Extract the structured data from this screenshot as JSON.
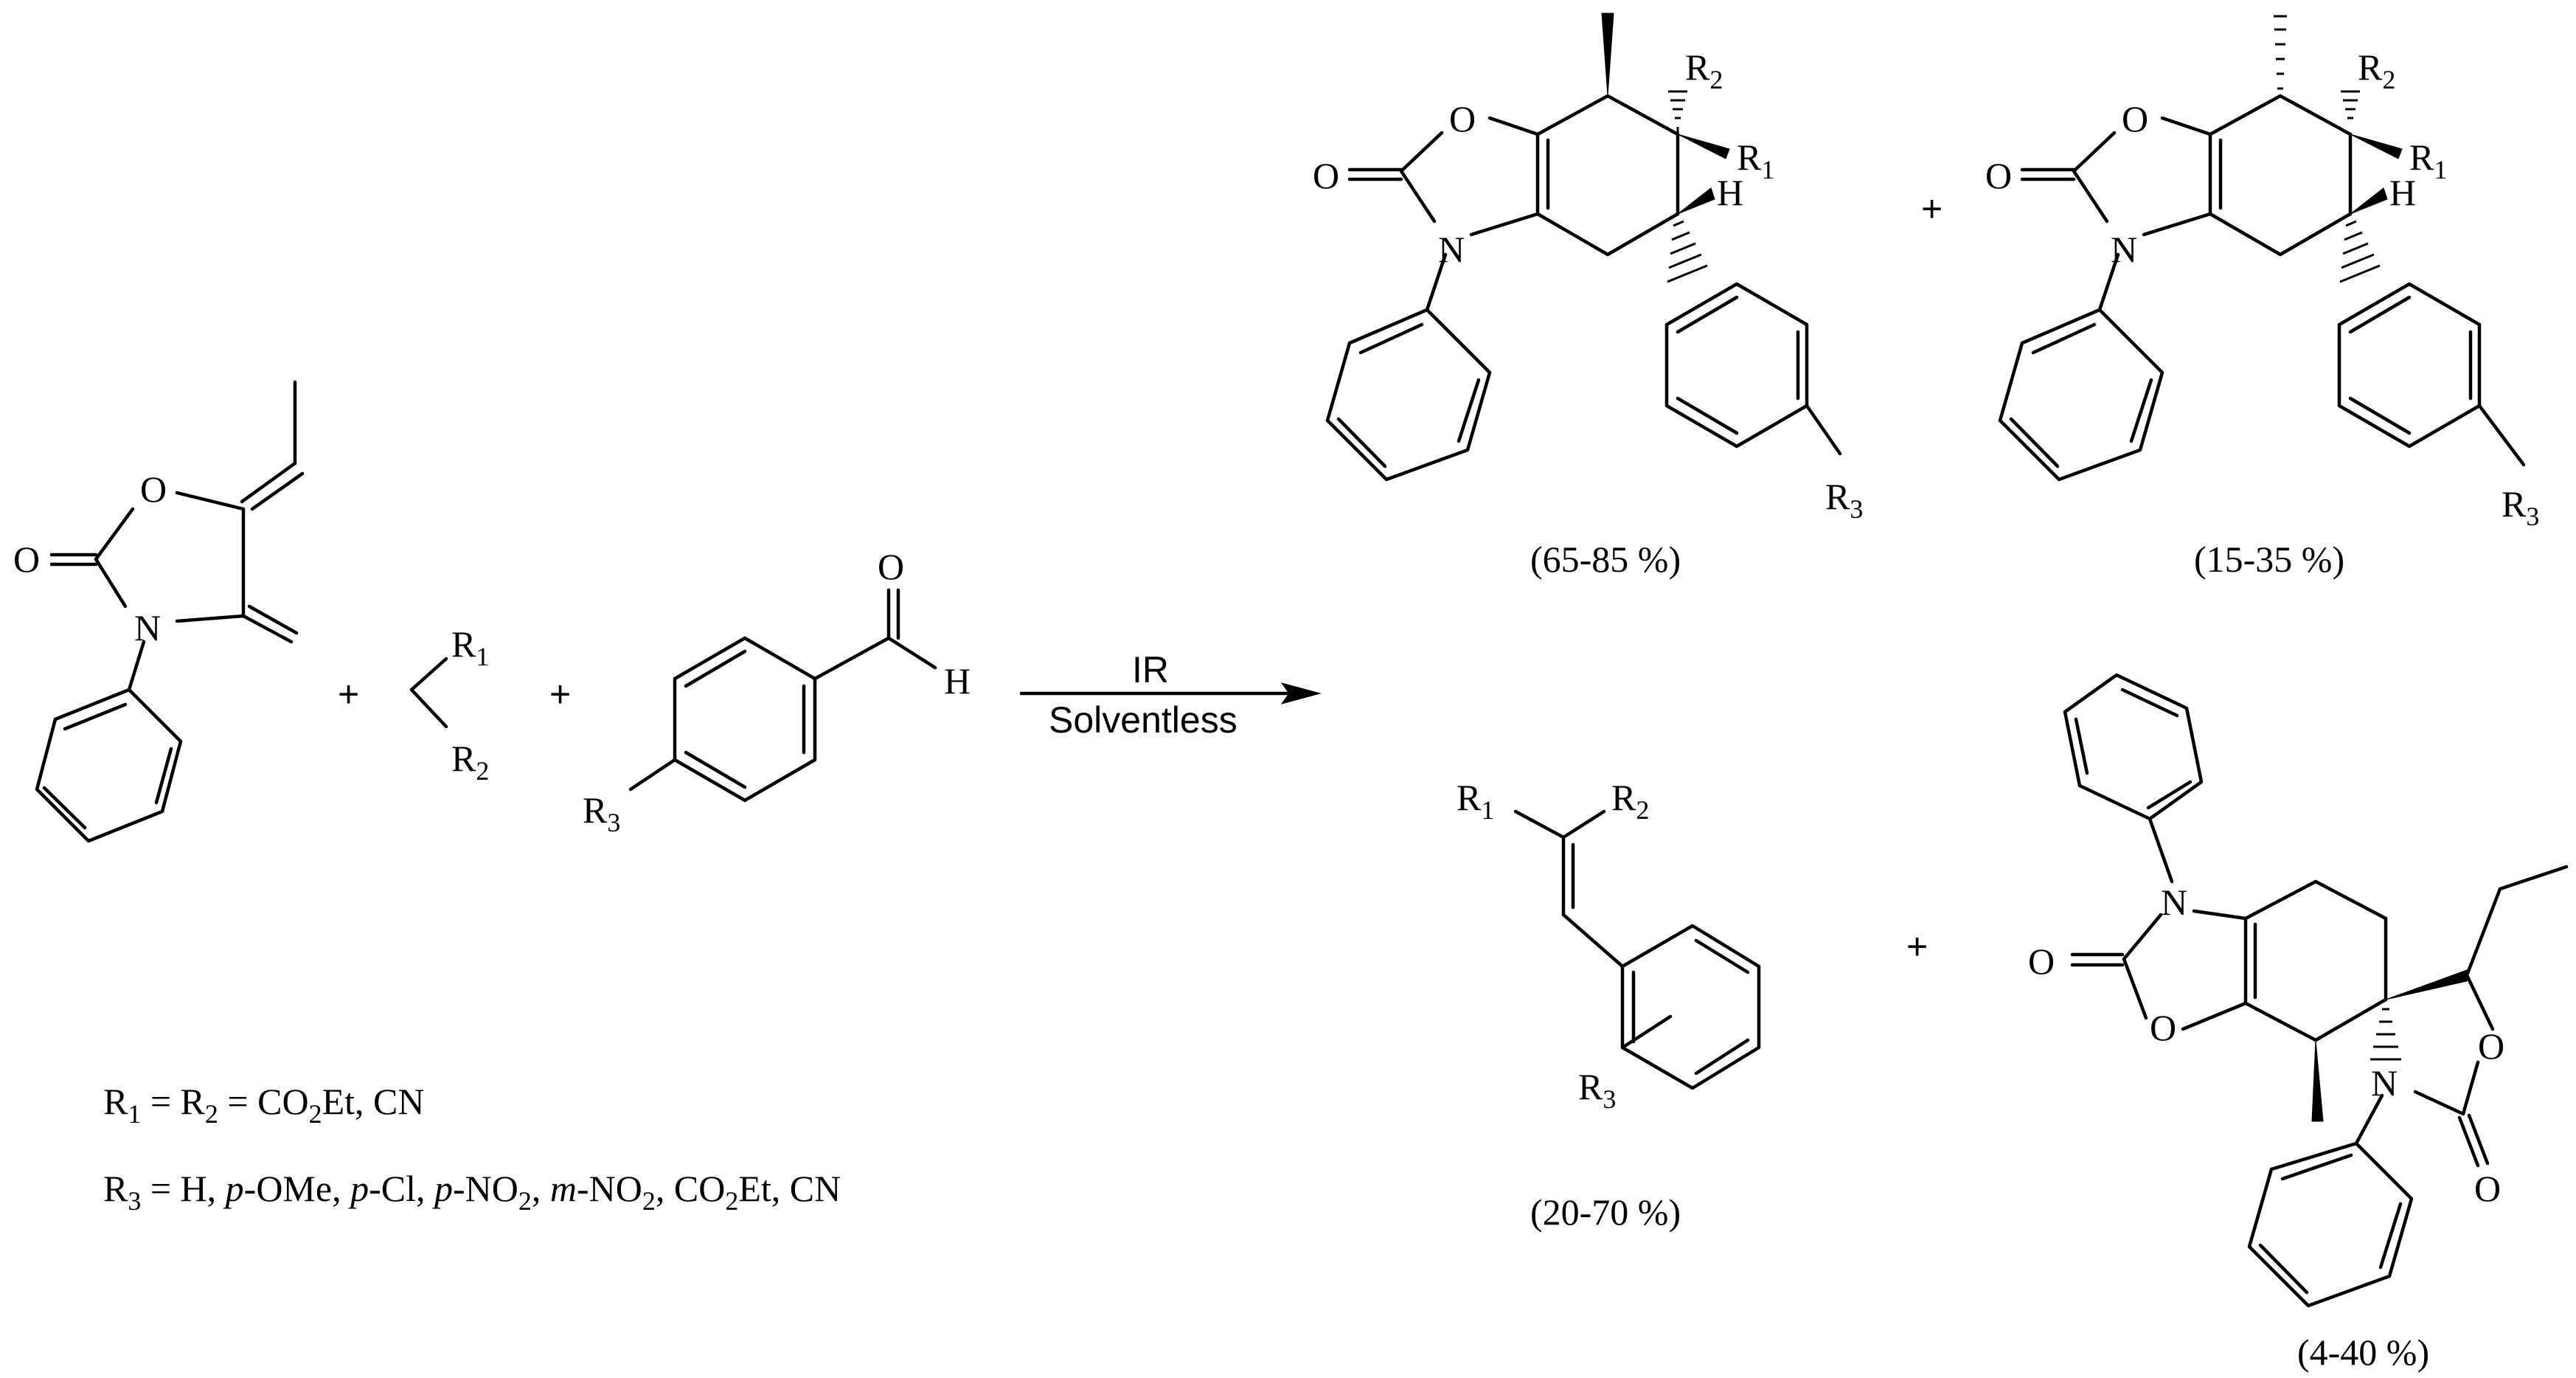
{
  "reaction": {
    "reagent_plus_1": "+",
    "reagent_plus_2": "+",
    "arrow_condition_top": "IR",
    "arrow_condition_bottom": "Solventless",
    "product_plus_1": "+",
    "product_plus_2": "+"
  },
  "atoms": {
    "O": "O",
    "N": "N",
    "H": "H",
    "R": "R",
    "sub1": "1",
    "sub2": "2",
    "sub3": "3"
  },
  "legend": {
    "r1r2_prefix": "R",
    "r1r2_sub1": "1",
    "r1r2_mid": " = R",
    "r1r2_sub2": "2",
    "r1r2_mid2": " = CO",
    "r1r2_sub3": "2",
    "r1r2_suffix": "Et, CN",
    "r3_prefix": "R",
    "r3_sub": "3",
    "r3_text1": " = H, ",
    "r3_p1": "p",
    "r3_text2": "-OMe, ",
    "r3_p2": "p",
    "r3_text3": "-Cl, ",
    "r3_p3": "p",
    "r3_text4": "-NO",
    "r3_sub4": "2",
    "r3_text5": ", ",
    "r3_m": "m",
    "r3_text6": "-NO",
    "r3_sub6": "2",
    "r3_text7": ", CO",
    "r3_sub7": "2",
    "r3_text8": "Et, CN"
  },
  "yields": {
    "product_1": "(65-85 %)",
    "product_2": "(15-35 %)",
    "product_3": "(20-70 %)",
    "product_4": "(4-40 %)"
  }
}
